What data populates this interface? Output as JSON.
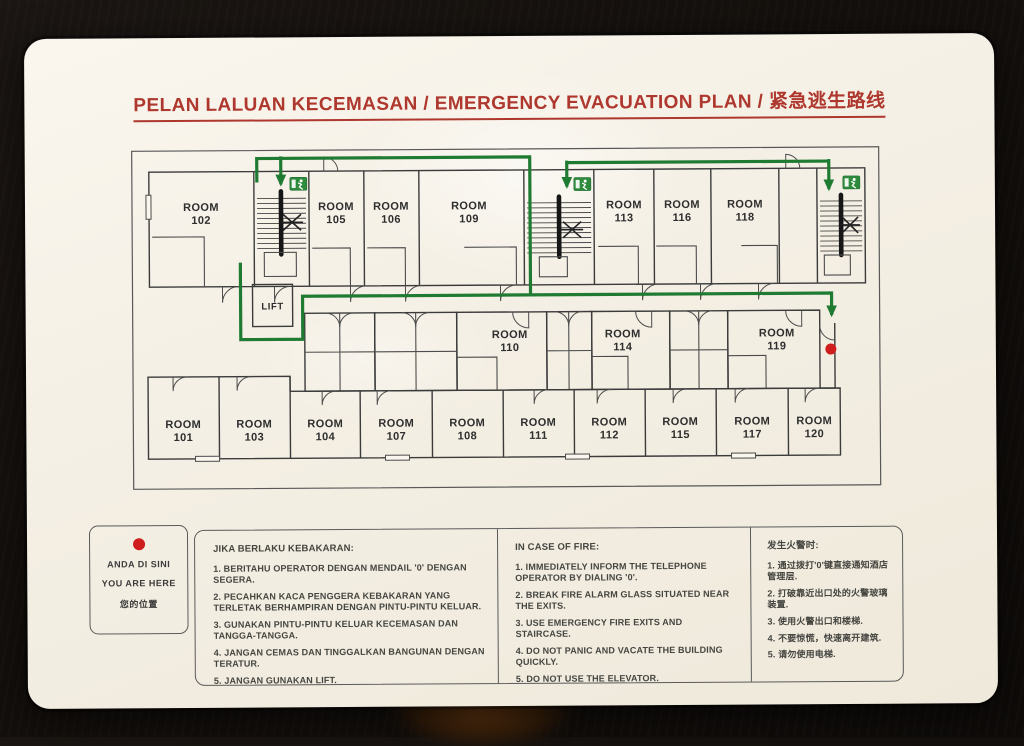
{
  "title": "PELAN LALUAN KECEMASAN / EMERGENCY EVACUATION PLAN / 紧急逃生路线",
  "title_color": "#ae372e",
  "plan": {
    "room_word": "ROOM",
    "lift": "LIFT",
    "route_color": "#1f7a32",
    "marker_color": "#cf1d1d",
    "top_rooms": [
      "102",
      "105",
      "106",
      "109",
      "113",
      "116",
      "118"
    ],
    "mid_rooms": [
      "110",
      "114",
      "119"
    ],
    "bottom_rooms": [
      "101",
      "103",
      "104",
      "107",
      "108",
      "111",
      "112",
      "115",
      "117",
      "120"
    ]
  },
  "you_are_here": {
    "malay": "ANDA DI SINI",
    "english": "YOU ARE HERE",
    "chinese": "您的位置"
  },
  "instructions": {
    "malay": {
      "heading": "JIKA BERLAKU KEBAKARAN:",
      "items": [
        "1. BERITAHU OPERATOR DENGAN MENDAIL '0' DENGAN SEGERA.",
        "2. PECAHKAN KACA PENGGERA KEBAKARAN YANG TERLETAK BERHAMPIRAN DENGAN PINTU-PINTU KELUAR.",
        "3. GUNAKAN PINTU-PINTU KELUAR KECEMASAN DAN TANGGA-TANGGA.",
        "4. JANGAN CEMAS DAN TINGGALKAN BANGUNAN DENGAN TERATUR.",
        "5. JANGAN GUNAKAN LIFT."
      ]
    },
    "english": {
      "heading": "IN CASE OF FIRE:",
      "items": [
        "1. IMMEDIATELY INFORM THE TELEPHONE OPERATOR BY DIALING '0'.",
        "2. BREAK FIRE ALARM GLASS SITUATED NEAR THE EXITS.",
        "3. USE EMERGENCY FIRE EXITS AND STAIRCASE.",
        "4. DO NOT PANIC AND VACATE THE BUILDING QUICKLY.",
        "5. DO NOT USE THE ELEVATOR."
      ]
    },
    "chinese": {
      "heading": "发生火警时:",
      "items": [
        "1. 通过拨打'0'键直接通知酒店管理层.",
        "2. 打破靠近出口处的火警玻璃装置.",
        "3. 使用火警出口和楼梯.",
        "4. 不要惊慌，快速离开建筑.",
        "5. 请勿使用电梯."
      ]
    }
  }
}
